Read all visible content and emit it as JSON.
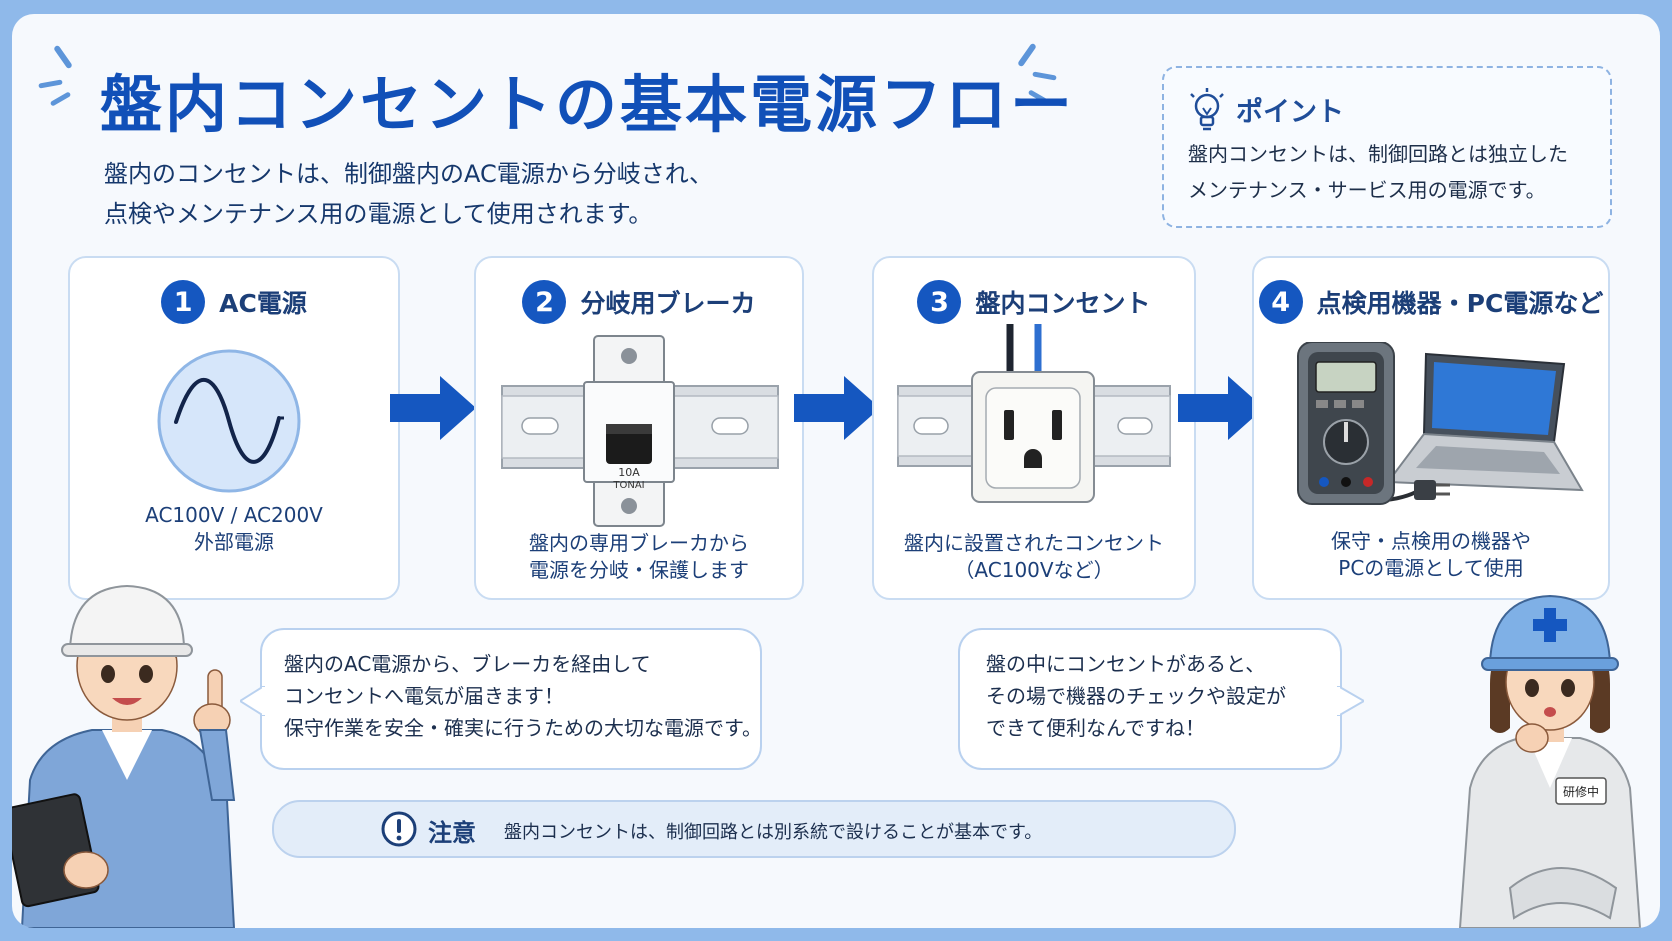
{
  "title": "盤内コンセントの基本電源フロー",
  "subtitle": [
    "盤内のコンセントは、制御盤内のAC電源から分岐され、",
    "点検やメンテナンス用の電源として使用されます。"
  ],
  "point": {
    "icon": "lightbulb-icon",
    "title": "ポイント",
    "lines": [
      "盤内コンセントは、制御回路とは独立した",
      "メンテナンス・サービス用の電源です。"
    ]
  },
  "steps": [
    {
      "number": "1",
      "title": "AC電源",
      "desc": [
        "AC100V / AC200V",
        "外部電源"
      ],
      "illustration": "ac-wave-icon"
    },
    {
      "number": "2",
      "title": "分岐用ブレーカ",
      "desc": [
        "盤内の専用ブレーカから",
        "電源を分岐・保護します"
      ],
      "illustration": "breaker-icon",
      "breaker_label": [
        "10A",
        "TONAI"
      ]
    },
    {
      "number": "3",
      "title": "盤内コンセント",
      "desc": [
        "盤内に設置されたコンセント",
        "（AC100Vなど）"
      ],
      "illustration": "outlet-icon"
    },
    {
      "number": "4",
      "title": "点検用機器・PC電源など",
      "desc": [
        "保守・点検用の機器や",
        "PCの電源として使用"
      ],
      "illustration": "multimeter-laptop-icon"
    }
  ],
  "bubble_left": [
    "盤内のAC電源から、ブレーカを経由して",
    "コンセントへ電気が届きます！",
    "保守作業を安全・確実に行うための大切な電源です。"
  ],
  "bubble_right": [
    "盤の中にコンセントがあると、",
    "その場で機器のチェックや設定が",
    "できて便利なんですね！"
  ],
  "badge_name": "研修中",
  "caution": {
    "icon": "exclamation-icon",
    "label": "注意",
    "text": "盤内コンセントは、制御回路とは別系統で設けることが基本です。"
  },
  "colors": {
    "primary": "#1557c0",
    "title": "#1150b8",
    "card_border": "#c9dcf2",
    "bubble_border": "#b9d1ef"
  }
}
